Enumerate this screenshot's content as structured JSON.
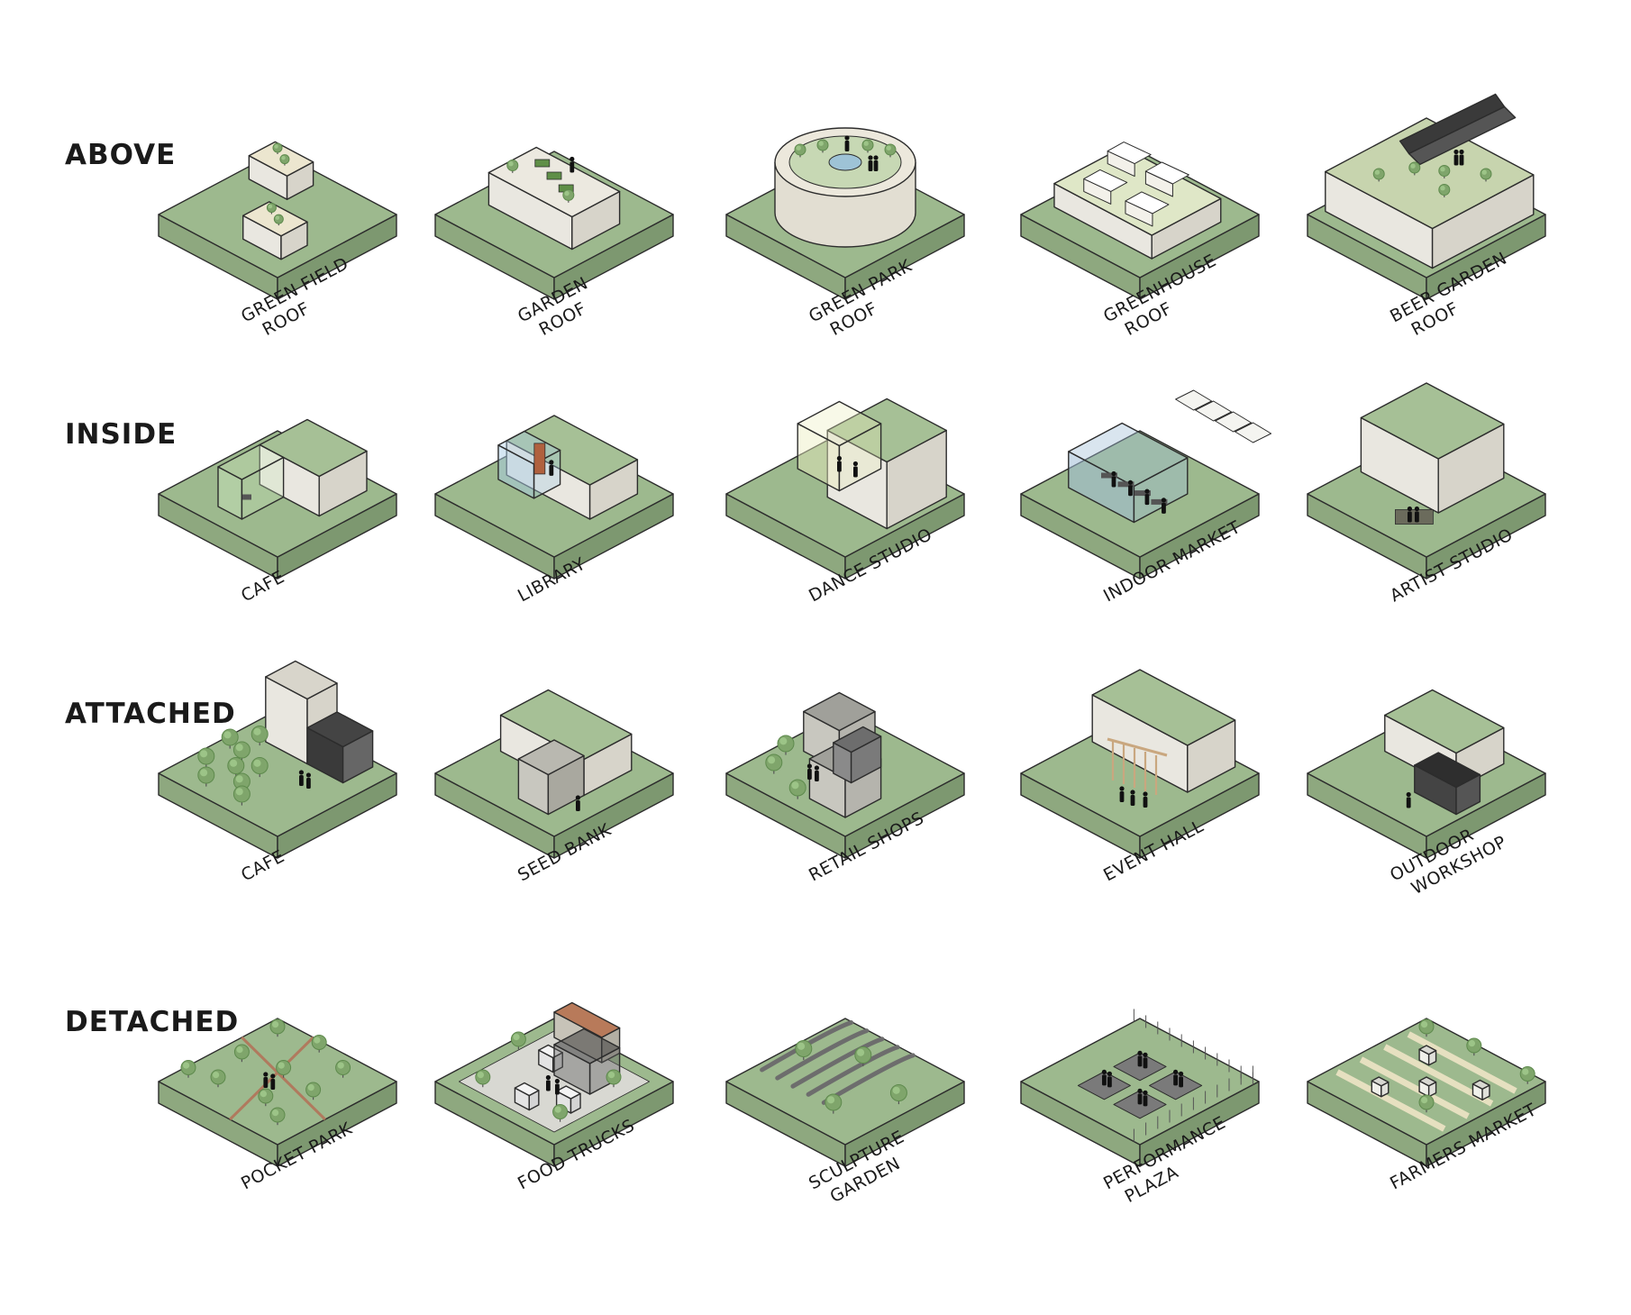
{
  "colors": {
    "ground_top": "#9db98e",
    "ground_left": "#8ea87f",
    "ground_right": "#7d9870",
    "outline": "#2c2c2c",
    "building_top": "#a6c096",
    "building_left": "#e9e7e0",
    "building_right": "#d7d4ca",
    "tree": "#7fa56b",
    "tree_dark": "#5e8a4d",
    "glass": "#cfe8c4",
    "path": "#b07a5e",
    "dark_roof": "#3a3a3a",
    "plaza": "#7a7a7a"
  },
  "rows": [
    {
      "label": "ABOVE",
      "tiles": [
        {
          "label_lines": [
            "GREEN FIELD",
            "ROOF"
          ],
          "icon": "green-roof"
        },
        {
          "label_lines": [
            "GARDEN",
            "ROOF"
          ],
          "icon": "garden-roof"
        },
        {
          "label_lines": [
            "GREEN PARK",
            "ROOF"
          ],
          "icon": "round-park-roof"
        },
        {
          "label_lines": [
            "GREENHOUSE",
            "ROOF"
          ],
          "icon": "greenhouse-roof"
        },
        {
          "label_lines": [
            "BEER GARDEN",
            "ROOF"
          ],
          "icon": "beer-garden-roof"
        }
      ]
    },
    {
      "label": "INSIDE",
      "tiles": [
        {
          "label_lines": [
            "CAFE"
          ],
          "icon": "cafe-inside"
        },
        {
          "label_lines": [
            "LIBRARY"
          ],
          "icon": "library-inside"
        },
        {
          "label_lines": [
            "DANCE STUDIO"
          ],
          "icon": "dance-studio-inside"
        },
        {
          "label_lines": [
            "INDOOR MARKET"
          ],
          "icon": "indoor-market-inside"
        },
        {
          "label_lines": [
            "ARTIST STUDIO"
          ],
          "icon": "artist-studio-inside"
        }
      ]
    },
    {
      "label": "ATTACHED",
      "tiles": [
        {
          "label_lines": [
            "CAFE"
          ],
          "icon": "cafe-attached"
        },
        {
          "label_lines": [
            "SEED BANK"
          ],
          "icon": "seed-bank-attached"
        },
        {
          "label_lines": [
            "RETAIL SHOPS"
          ],
          "icon": "retail-shops-attached"
        },
        {
          "label_lines": [
            "EVENT HALL"
          ],
          "icon": "event-hall-attached"
        },
        {
          "label_lines": [
            "OUTDOOR",
            "WORKSHOP"
          ],
          "icon": "outdoor-workshop-attached"
        }
      ]
    },
    {
      "label": "DETACHED",
      "tiles": [
        {
          "label_lines": [
            "POCKET PARK"
          ],
          "icon": "pocket-park"
        },
        {
          "label_lines": [
            "FOOD TRUCKS"
          ],
          "icon": "food-trucks"
        },
        {
          "label_lines": [
            "SCULPTURE",
            "GARDEN"
          ],
          "icon": "sculpture-garden"
        },
        {
          "label_lines": [
            "PERFORMANCE",
            "PLAZA"
          ],
          "icon": "performance-plaza"
        },
        {
          "label_lines": [
            "FARMERS MARKET"
          ],
          "icon": "farmers-market"
        }
      ]
    }
  ]
}
